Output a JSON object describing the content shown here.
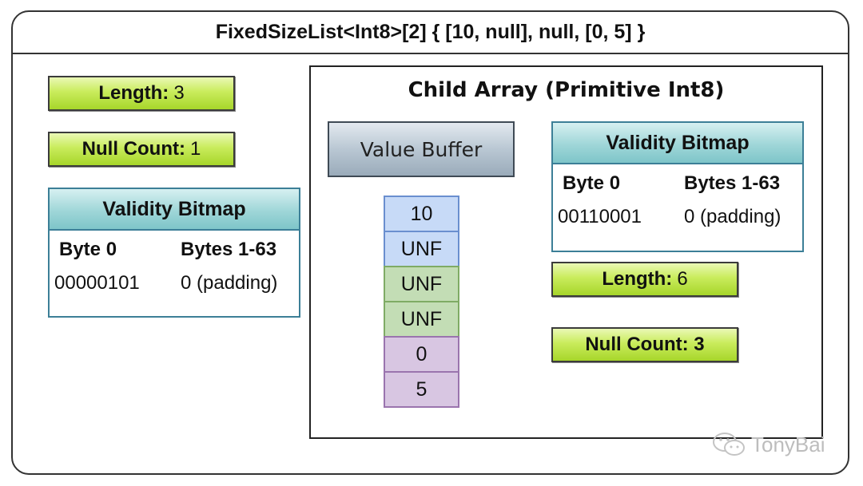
{
  "title": "FixedSizeList<Int8>[2] { [10, null], null, [0, 5] }",
  "parent": {
    "length_label": "Length:",
    "length_value": "3",
    "null_count_label": "Null Count:",
    "null_count_value": "1",
    "bitmap": {
      "header": "Validity Bitmap",
      "col1_header": "Byte 0",
      "col2_header": "Bytes 1-63",
      "col1_value": "00000101",
      "col2_value": "0 (padding)"
    }
  },
  "child": {
    "title": "Child Array (Primitive Int8)",
    "value_buffer_label": "Value Buffer",
    "values": [
      {
        "text": "10",
        "color": "blue"
      },
      {
        "text": "UNF",
        "color": "blue"
      },
      {
        "text": "UNF",
        "color": "green"
      },
      {
        "text": "UNF",
        "color": "green"
      },
      {
        "text": "0",
        "color": "purple"
      },
      {
        "text": "5",
        "color": "purple"
      }
    ],
    "bitmap": {
      "header": "Validity Bitmap",
      "col1_header": "Byte 0",
      "col2_header": "Bytes 1-63",
      "col1_value": "00110001",
      "col2_value": "0 (padding)"
    },
    "length_label": "Length:",
    "length_value": "6",
    "null_count_label": "Null Count: 3"
  },
  "watermark": {
    "text": "TonyBai",
    "icon": "wechat-icon"
  },
  "colors": {
    "green_box": "#b5df3a",
    "bitmap_header": "#9fd6d8",
    "value_buffer": "#b9c7d3",
    "cell_blue": "#c7daf7",
    "cell_green": "#c3ddb5",
    "cell_purple": "#d8c6e2"
  }
}
